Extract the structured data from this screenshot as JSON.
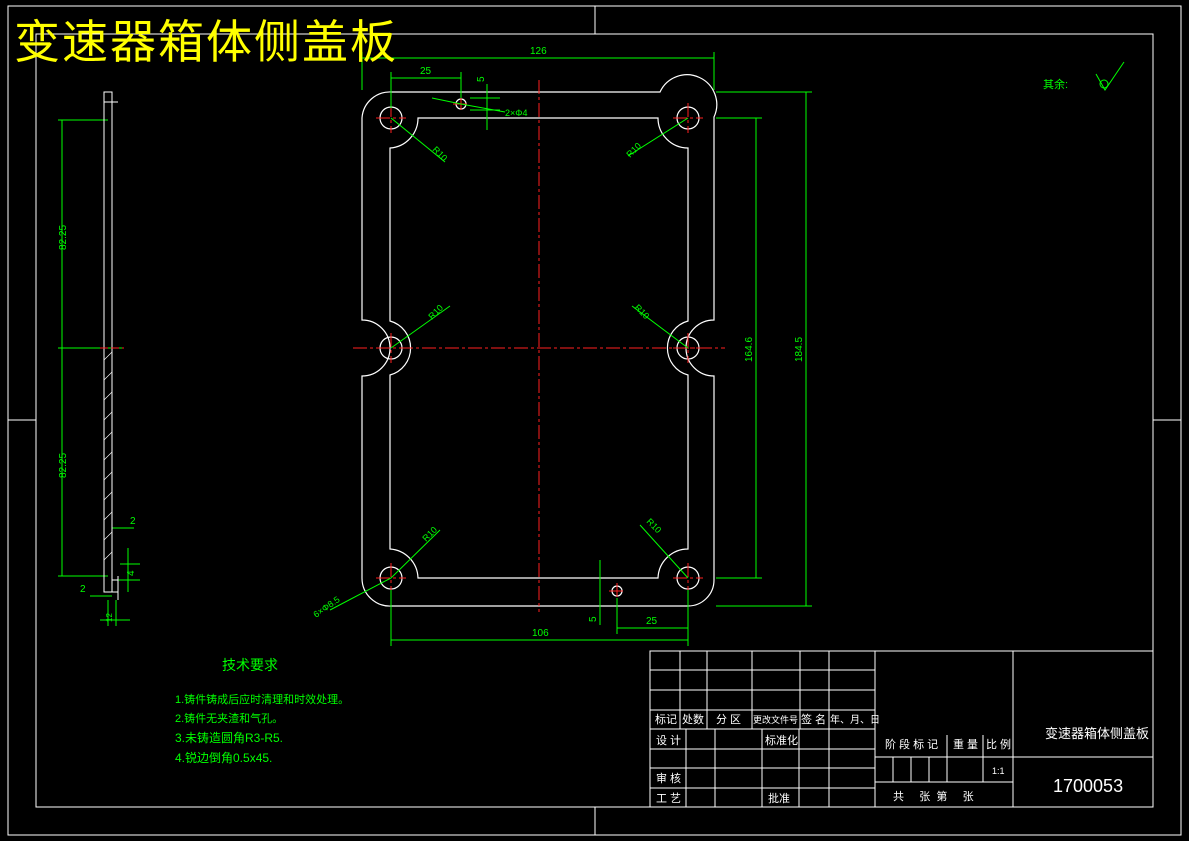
{
  "title": "变速器箱体侧盖板",
  "roughness_note": "其余:",
  "dimensions": {
    "width_top": "126",
    "offset_25_top": "25",
    "offset_5_top": "5",
    "hole_top": "2×Φ4",
    "width_bottom": "106",
    "offset_25_bottom": "25",
    "offset_5_bottom": "5",
    "hole_bottom": "6×Φ8.5",
    "height_inner": "164.6",
    "height_outer": "184.5",
    "radius_label": "R10",
    "side_upper": "82.25",
    "side_lower": "82.25",
    "side_2a": "2",
    "side_2b": "2",
    "side_4": "4",
    "side_12": "12"
  },
  "tech_notes": {
    "heading": "技术要求",
    "lines": [
      "1.铸件铸成后应时清理和时效处理。",
      "2.铸件无夹渣和气孔。",
      "3.未铸造圆角R3-R5.",
      "4.锐边倒角0.5x45."
    ]
  },
  "title_block": {
    "row_labels": [
      "标记",
      "处数",
      "分 区",
      "更改文件号",
      "签 名",
      "年、月、日"
    ],
    "design": "设 计",
    "standardize": "标准化",
    "review": "审 核",
    "process": "工 艺",
    "approve": "批准",
    "stage_mark": "阶 段 标 记",
    "weight": "重 量",
    "scale": "比 例",
    "scale_value": "1:1",
    "sheets": "共     张  第     张",
    "drawing_name": "变速器箱体侧盖板",
    "drawing_number": "1700053"
  }
}
